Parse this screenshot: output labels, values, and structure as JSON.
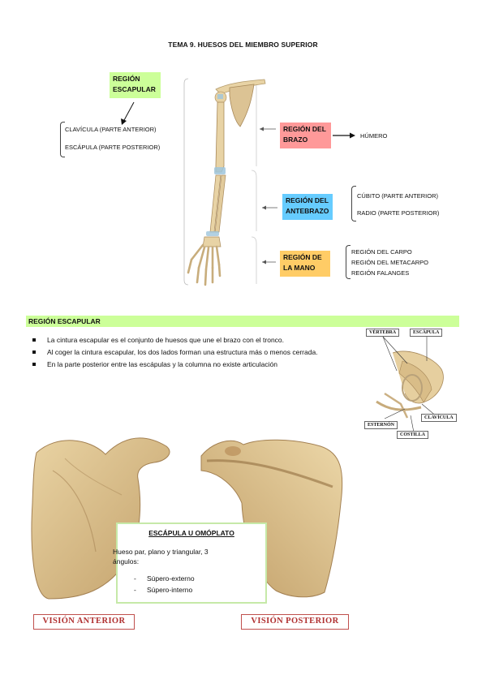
{
  "header": {
    "title": "TEMA 9. HUESOS DEL MIEMBRO SUPERIOR"
  },
  "diagram": {
    "regions": [
      {
        "label": "REGIÓN ESCAPULAR",
        "color": "#ccff99"
      },
      {
        "label": "REGIÓN DEL BRAZO",
        "color": "#ff9999"
      },
      {
        "label": "REGIÓN DEL ANTEBRAZO",
        "color": "#66ccff"
      },
      {
        "label": "REGIÓN DE LA MANO",
        "color": "#ffcc66"
      }
    ],
    "escapular_items": [
      "CLAVÍCULA (PARTE ANTERIOR)",
      "ESCÁPULA (PARTE POSTERIOR)"
    ],
    "brazo_items": [
      "HÚMERO"
    ],
    "antebrazo_items": [
      "CÚBITO (PARTE ANTERIOR)",
      "RADIO (PARTE POSTERIOR)"
    ],
    "mano_items": [
      "REGIÓN DEL CARPO",
      "REGIÓN DEL METACARPO",
      "REGIÓN FALANGES"
    ]
  },
  "section": {
    "heading": "REGIÓN ESCAPULAR",
    "heading_color": "#ccff99",
    "bullets": [
      "La cintura escapular es el conjunto de huesos que une el brazo con el tronco.",
      "Al coger la cintura escapular, los dos lados forman una estructura más o menos cerrada.",
      "En la parte posterior entre las escápulas y la columna no existe articulación"
    ]
  },
  "shoulder_figure": {
    "labels": [
      "VÉRTEBRA",
      "ESCÁPULA",
      "ESTERNÓN",
      "CLAVÍCULA",
      "COSTILLA"
    ]
  },
  "scapula_figure": {
    "callout_title": "ESCÁPULA U OMÓPLATO",
    "callout_text": "Hueso par, plano y triangular, 3 ángulos:",
    "callout_items": [
      "Súpero-externo",
      "Súpero-interno"
    ],
    "caption_anterior": "VISIÓN ANTERIOR",
    "caption_posterior": "VISIÓN POSTERIOR"
  }
}
